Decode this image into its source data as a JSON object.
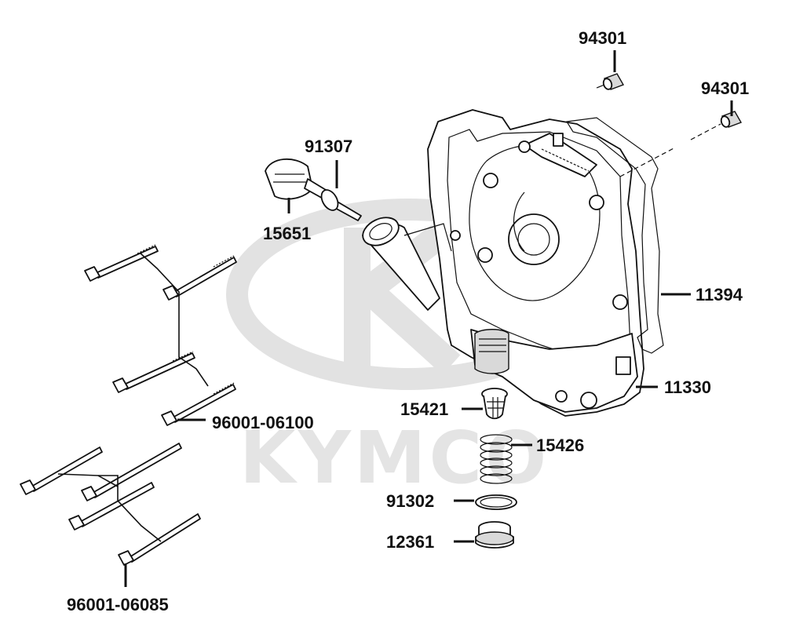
{
  "watermark": {
    "brand_text": "KYMCO"
  },
  "callouts": {
    "p94301_a": "94301",
    "p94301_b": "94301",
    "p91307": "91307",
    "p15651": "15651",
    "p11394": "11394",
    "p11330": "11330",
    "p96001_06100": "96001-06100",
    "p15421": "15421",
    "p15426": "15426",
    "p91302": "91302",
    "p12361": "12361",
    "p96001_06085": "96001-06085"
  }
}
